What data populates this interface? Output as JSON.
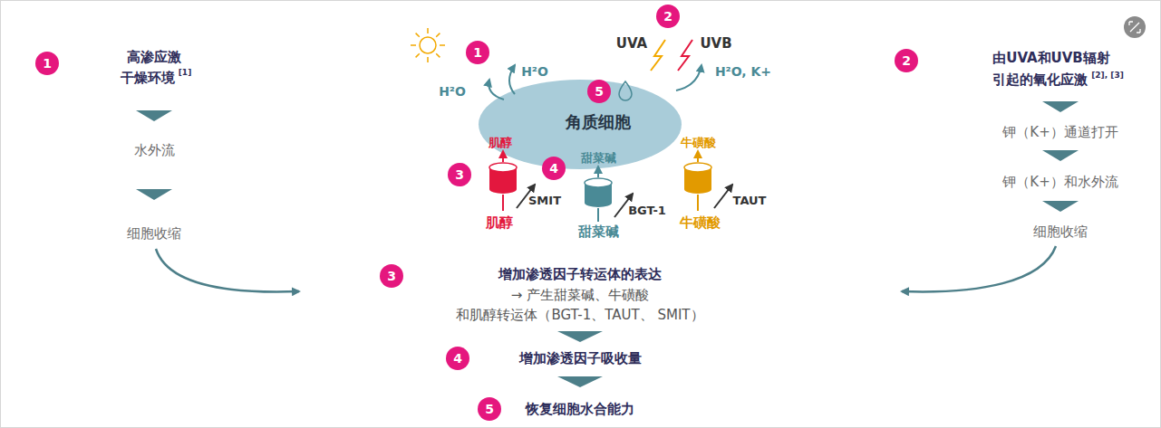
{
  "diagram": {
    "nodes": [
      {
        "text": [
          "角质细胞"
        ]
      }
    ],
    "labels": [
      "1",
      "高渗应激",
      "干燥环境",
      "[1]",
      "水外流",
      "细胞收缩",
      "1",
      "H²O",
      "H²O",
      "2",
      "UVA",
      "UVB",
      "H²O, K+",
      "5",
      "肌醇",
      "甜菜碱",
      "牛磺酸",
      "3",
      "SMIT",
      "4",
      "BGT-1",
      "TAUT",
      "肌醇",
      "甜菜碱",
      "牛磺酸",
      "2",
      "由UVA和UVB辐射",
      "引起的氧化应激",
      "[2], [3]",
      "钾（K+）通道打开",
      "钾（K+）和水外流",
      "细胞收缩",
      "3",
      "增加渗透因子转运体的表达",
      "→ 产生甜菜碱、牛磺酸",
      "和肌醇转运体（BGT-1、TAUT、 SMIT）",
      "4",
      "增加渗透因子吸收量",
      "5",
      "恢复细胞水合能力"
    ]
  }
}
